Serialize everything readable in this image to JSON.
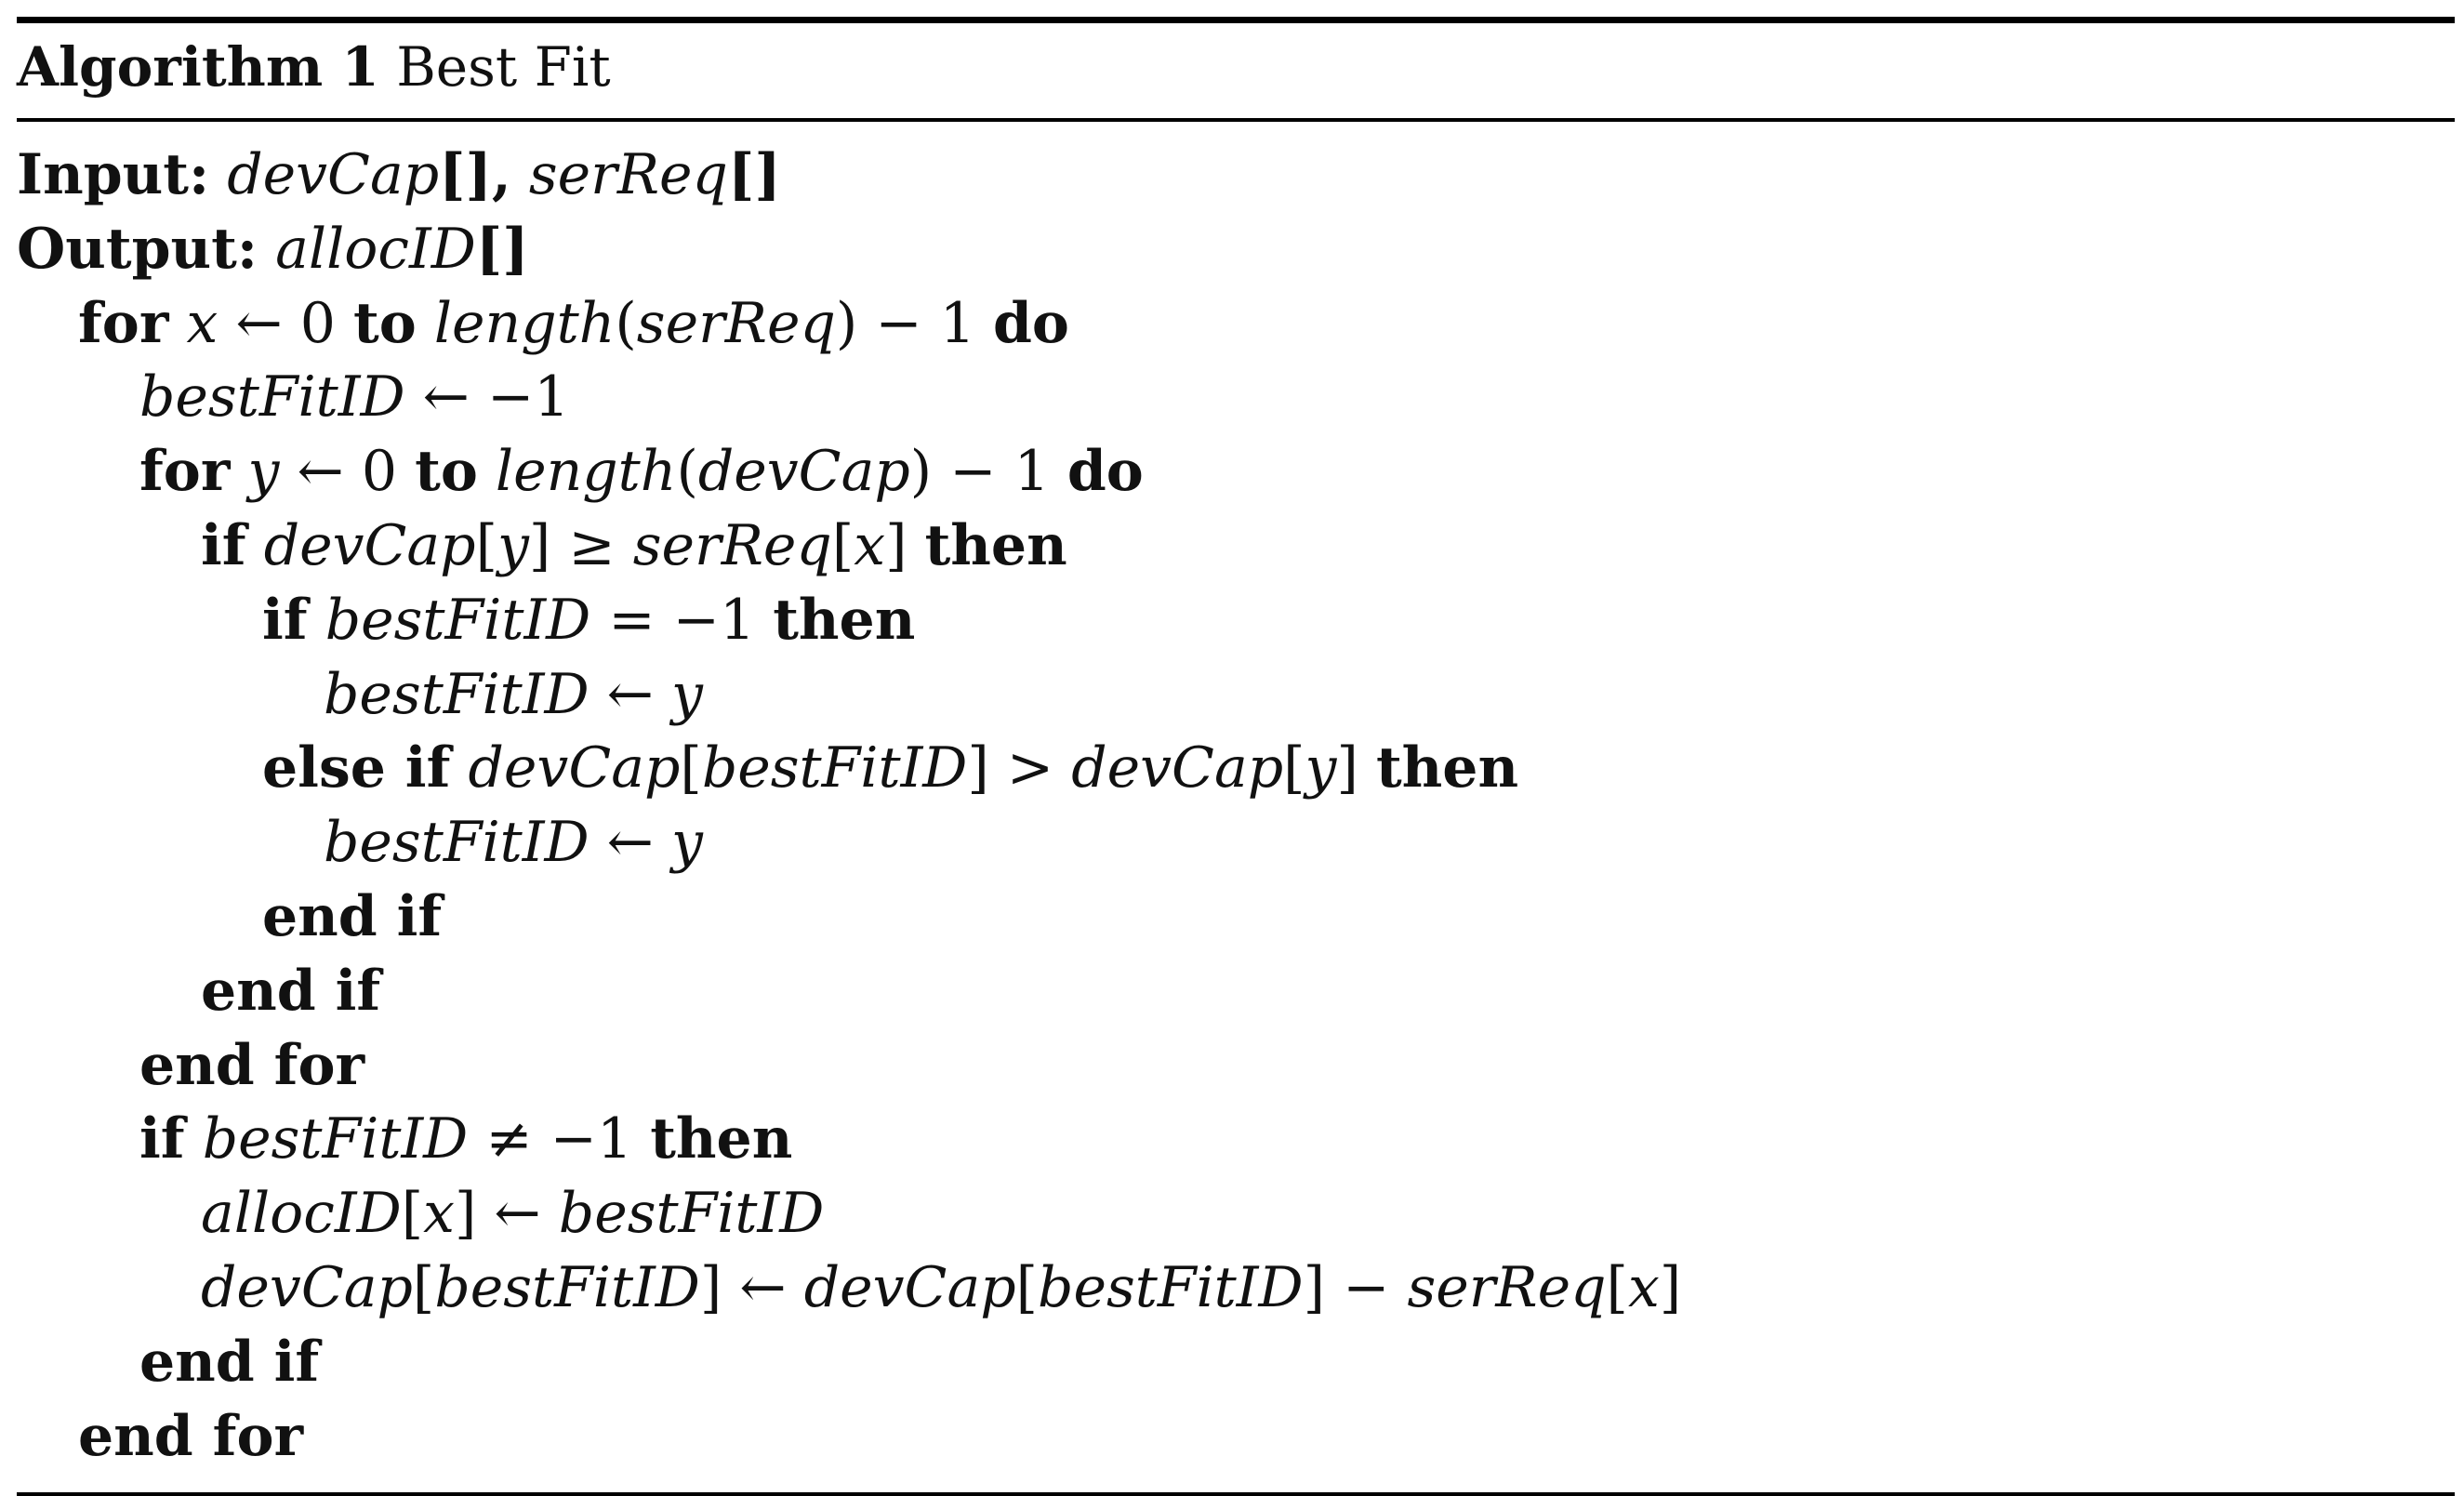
{
  "algorithm": {
    "label": "Algorithm 1",
    "title": "Best Fit",
    "lines": [
      {
        "indent": 0,
        "tokens": [
          {
            "t": "Input:",
            "s": "kw"
          },
          {
            "t": " ",
            "s": "rm"
          },
          {
            "t": "devCap",
            "s": "it"
          },
          {
            "t": "[],",
            "s": "kw"
          },
          {
            "t": " ",
            "s": "rm"
          },
          {
            "t": "serReq",
            "s": "it"
          },
          {
            "t": "[]",
            "s": "kw"
          }
        ]
      },
      {
        "indent": 0,
        "tokens": [
          {
            "t": "Output:",
            "s": "kw"
          },
          {
            "t": " ",
            "s": "rm"
          },
          {
            "t": "allocID",
            "s": "it"
          },
          {
            "t": "[]",
            "s": "kw"
          }
        ]
      },
      {
        "indent": 1,
        "tokens": [
          {
            "t": "for",
            "s": "kw"
          },
          {
            "t": " ",
            "s": "rm"
          },
          {
            "t": "x",
            "s": "it"
          },
          {
            "t": " ← 0 ",
            "s": "rm"
          },
          {
            "t": "to",
            "s": "kw"
          },
          {
            "t": " ",
            "s": "rm"
          },
          {
            "t": "length",
            "s": "it"
          },
          {
            "t": "(",
            "s": "rm"
          },
          {
            "t": "serReq",
            "s": "it"
          },
          {
            "t": ") − 1 ",
            "s": "rm"
          },
          {
            "t": "do",
            "s": "kw"
          }
        ]
      },
      {
        "indent": 2,
        "tokens": [
          {
            "t": "bestFitID",
            "s": "it"
          },
          {
            "t": " ← −1",
            "s": "rm"
          }
        ]
      },
      {
        "indent": 2,
        "tokens": [
          {
            "t": "for",
            "s": "kw"
          },
          {
            "t": " ",
            "s": "rm"
          },
          {
            "t": "y",
            "s": "it"
          },
          {
            "t": " ← 0 ",
            "s": "rm"
          },
          {
            "t": "to",
            "s": "kw"
          },
          {
            "t": " ",
            "s": "rm"
          },
          {
            "t": "length",
            "s": "it"
          },
          {
            "t": "(",
            "s": "rm"
          },
          {
            "t": "devCap",
            "s": "it"
          },
          {
            "t": ") − 1 ",
            "s": "rm"
          },
          {
            "t": "do",
            "s": "kw"
          }
        ]
      },
      {
        "indent": 3,
        "tokens": [
          {
            "t": "if",
            "s": "kw"
          },
          {
            "t": " ",
            "s": "rm"
          },
          {
            "t": "devCap",
            "s": "it"
          },
          {
            "t": "[",
            "s": "rm"
          },
          {
            "t": "y",
            "s": "it"
          },
          {
            "t": "] ≥ ",
            "s": "rm"
          },
          {
            "t": "serReq",
            "s": "it"
          },
          {
            "t": "[",
            "s": "rm"
          },
          {
            "t": "x",
            "s": "it"
          },
          {
            "t": "] ",
            "s": "rm"
          },
          {
            "t": "then",
            "s": "kw"
          }
        ]
      },
      {
        "indent": 4,
        "tokens": [
          {
            "t": "if",
            "s": "kw"
          },
          {
            "t": " ",
            "s": "rm"
          },
          {
            "t": "bestFitID",
            "s": "it"
          },
          {
            "t": " = −1 ",
            "s": "rm"
          },
          {
            "t": "then",
            "s": "kw"
          }
        ]
      },
      {
        "indent": 5,
        "tokens": [
          {
            "t": "bestFitID",
            "s": "it"
          },
          {
            "t": " ← ",
            "s": "rm"
          },
          {
            "t": "y",
            "s": "it"
          }
        ]
      },
      {
        "indent": 4,
        "tokens": [
          {
            "t": "else if",
            "s": "kw"
          },
          {
            "t": " ",
            "s": "rm"
          },
          {
            "t": "devCap",
            "s": "it"
          },
          {
            "t": "[",
            "s": "rm"
          },
          {
            "t": "bestFitID",
            "s": "it"
          },
          {
            "t": "] > ",
            "s": "rm"
          },
          {
            "t": "devCap",
            "s": "it"
          },
          {
            "t": "[",
            "s": "rm"
          },
          {
            "t": "y",
            "s": "it"
          },
          {
            "t": "] ",
            "s": "rm"
          },
          {
            "t": "then",
            "s": "kw"
          }
        ]
      },
      {
        "indent": 5,
        "tokens": [
          {
            "t": "bestFitID",
            "s": "it"
          },
          {
            "t": " ← ",
            "s": "rm"
          },
          {
            "t": "y",
            "s": "it"
          }
        ]
      },
      {
        "indent": 4,
        "tokens": [
          {
            "t": "end if",
            "s": "kw"
          }
        ]
      },
      {
        "indent": 3,
        "tokens": [
          {
            "t": "end if",
            "s": "kw"
          }
        ]
      },
      {
        "indent": 2,
        "tokens": [
          {
            "t": "end for",
            "s": "kw"
          }
        ]
      },
      {
        "indent": 2,
        "tokens": [
          {
            "t": "if",
            "s": "kw"
          },
          {
            "t": " ",
            "s": "rm"
          },
          {
            "t": "bestFitID",
            "s": "it"
          },
          {
            "t": " ≠ −1 ",
            "s": "rm"
          },
          {
            "t": "then",
            "s": "kw"
          }
        ]
      },
      {
        "indent": 3,
        "tokens": [
          {
            "t": "allocID",
            "s": "it"
          },
          {
            "t": "[",
            "s": "rm"
          },
          {
            "t": "x",
            "s": "it"
          },
          {
            "t": "] ← ",
            "s": "rm"
          },
          {
            "t": "bestFitID",
            "s": "it"
          }
        ]
      },
      {
        "indent": 3,
        "tokens": [
          {
            "t": "devCap",
            "s": "it"
          },
          {
            "t": "[",
            "s": "rm"
          },
          {
            "t": "bestFitID",
            "s": "it"
          },
          {
            "t": "] ← ",
            "s": "rm"
          },
          {
            "t": "devCap",
            "s": "it"
          },
          {
            "t": "[",
            "s": "rm"
          },
          {
            "t": "bestFitID",
            "s": "it"
          },
          {
            "t": "] − ",
            "s": "rm"
          },
          {
            "t": "serReq",
            "s": "it"
          },
          {
            "t": "[",
            "s": "rm"
          },
          {
            "t": "x",
            "s": "it"
          },
          {
            "t": "]",
            "s": "rm"
          }
        ]
      },
      {
        "indent": 2,
        "tokens": [
          {
            "t": "end if",
            "s": "kw"
          }
        ]
      },
      {
        "indent": 1,
        "tokens": [
          {
            "t": "end for",
            "s": "kw"
          }
        ]
      }
    ]
  }
}
